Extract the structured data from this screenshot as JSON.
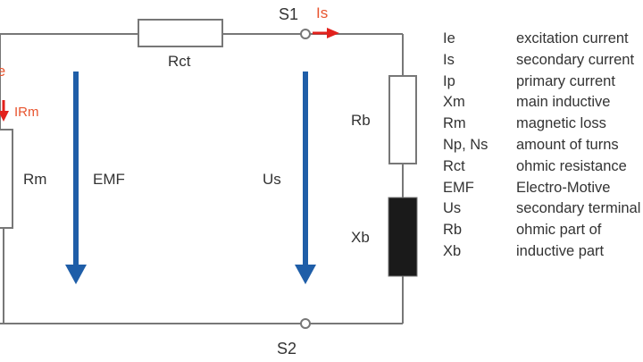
{
  "diagram": {
    "labels": {
      "rct": "Rct",
      "rm": "Rm",
      "rb": "Rb",
      "xb": "Xb",
      "emf": "EMF",
      "us": "Us",
      "s1": "S1",
      "s2": "S2",
      "ie": "Ie",
      "is": "Is",
      "irm": "IRm"
    },
    "colors": {
      "wire": "#777777",
      "arrow_blue": "#1f5ea8",
      "arrow_red": "#e2211c",
      "current_label": "#e8542e",
      "inductor": "#1a1a1a"
    }
  },
  "legend": [
    {
      "symbol": "Ie",
      "description": "excitation current"
    },
    {
      "symbol": "Is",
      "description": "secondary current"
    },
    {
      "symbol": "Ip",
      "description": "primary current"
    },
    {
      "symbol": "Xm",
      "description": "main inductive"
    },
    {
      "symbol": "Rm",
      "description": "magnetic loss"
    },
    {
      "symbol": "Np, Ns",
      "description": "amount of turns"
    },
    {
      "symbol": "Rct",
      "description": "ohmic resistance"
    },
    {
      "symbol": "EMF",
      "description": "Electro-Motive"
    },
    {
      "symbol": "Us",
      "description": "secondary terminal"
    },
    {
      "symbol": "Rb",
      "description": "ohmic part of"
    },
    {
      "symbol": "Xb",
      "description": "inductive part"
    }
  ]
}
